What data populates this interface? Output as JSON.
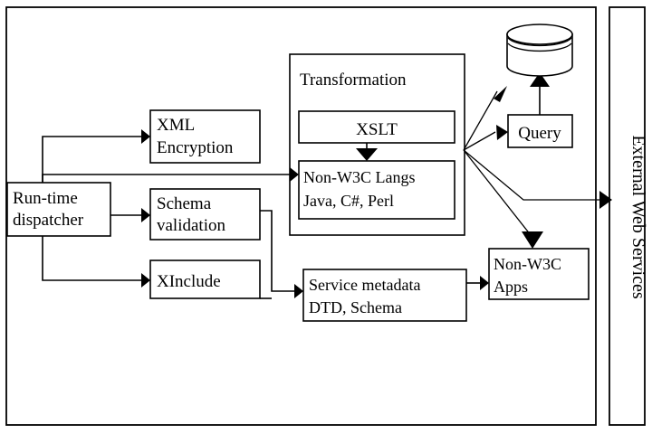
{
  "diagram": {
    "title": "XML Web Services Run-time Architecture",
    "type": "flowchart",
    "background": "#ffffff",
    "stroke_color": "#000000",
    "fill_color": "#ffffff",
    "outer_container": {
      "name": "main-system-boundary"
    },
    "nodes": [
      {
        "id": "run-time-dispatcher",
        "shape": "rectangle",
        "lines": [
          "Run-time",
          "dispatcher"
        ],
        "align": "left"
      },
      {
        "id": "xml-encryption",
        "shape": "rectangle",
        "lines": [
          "XML",
          "Encryption"
        ],
        "align": "left"
      },
      {
        "id": "schema-validation",
        "shape": "rectangle",
        "lines": [
          "Schema",
          "validation"
        ],
        "align": "left"
      },
      {
        "id": "xinclude",
        "shape": "rectangle",
        "lines": [
          "XInclude"
        ],
        "align": "left"
      },
      {
        "id": "transformation-group",
        "shape": "group-rectangle",
        "lines": [
          "Transformation"
        ],
        "align": "left"
      },
      {
        "id": "xslt",
        "shape": "rectangle",
        "lines": [
          "XSLT"
        ],
        "align": "center"
      },
      {
        "id": "non-w3c-langs",
        "shape": "rectangle",
        "lines": [
          "Non-W3C Langs",
          "Java, C#, Perl"
        ],
        "align": "left"
      },
      {
        "id": "service-metadata",
        "shape": "rectangle",
        "lines": [
          "Service metadata",
          "DTD, Schema"
        ],
        "align": "left"
      },
      {
        "id": "database",
        "shape": "cylinder",
        "lines": [],
        "align": "center"
      },
      {
        "id": "query",
        "shape": "rectangle",
        "lines": [
          "Query"
        ],
        "align": "center"
      },
      {
        "id": "non-w3c-apps",
        "shape": "rectangle",
        "lines": [
          "Non-W3C",
          "Apps"
        ],
        "align": "left"
      },
      {
        "id": "external-web-services",
        "shape": "rectangle-vertical",
        "lines": [
          "External Web Services"
        ],
        "align": "center"
      }
    ],
    "edges": [
      {
        "from": "run-time-dispatcher",
        "to": "xml-encryption"
      },
      {
        "from": "run-time-dispatcher",
        "to": "schema-validation"
      },
      {
        "from": "run-time-dispatcher",
        "to": "xinclude"
      },
      {
        "from": "run-time-dispatcher",
        "to": "non-w3c-langs"
      },
      {
        "from": "xslt",
        "to": "non-w3c-langs"
      },
      {
        "from": "schema-validation",
        "to": "service-metadata"
      },
      {
        "from": "xinclude",
        "to": "service-metadata"
      },
      {
        "from": "service-metadata",
        "to": "non-w3c-apps"
      },
      {
        "from": "non-w3c-langs",
        "to": "database"
      },
      {
        "from": "non-w3c-langs",
        "to": "query"
      },
      {
        "from": "non-w3c-langs",
        "to": "external-web-services"
      },
      {
        "from": "non-w3c-langs",
        "to": "non-w3c-apps"
      },
      {
        "from": "query",
        "to": "database"
      }
    ]
  },
  "labels": {
    "run_time_1": "Run-time",
    "run_time_2": "dispatcher",
    "xml_enc_1": "XML",
    "xml_enc_2": "Encryption",
    "schema_1": "Schema",
    "schema_2": "validation",
    "xinclude": "XInclude",
    "transformation": "Transformation",
    "xslt": "XSLT",
    "nonw3c_langs_1": "Non-W3C Langs",
    "nonw3c_langs_2": "Java, C#, Perl",
    "service_meta_1": "Service metadata",
    "service_meta_2": "DTD, Schema",
    "query": "Query",
    "nonw3c_apps_1": "Non-W3C",
    "nonw3c_apps_2": "Apps",
    "external": "External Web Services"
  }
}
